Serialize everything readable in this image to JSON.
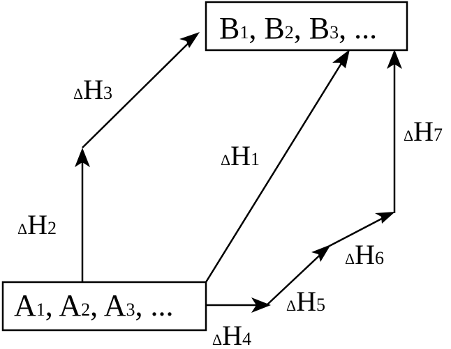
{
  "nodes": {
    "products": {
      "items": [
        {
          "letter": "B",
          "index": "1"
        },
        {
          "letter": "B",
          "index": "2"
        },
        {
          "letter": "B",
          "index": "3"
        }
      ],
      "ellipsis": "..."
    },
    "reactants": {
      "items": [
        {
          "letter": "A",
          "index": "1"
        },
        {
          "letter": "A",
          "index": "2"
        },
        {
          "letter": "A",
          "index": "3"
        }
      ],
      "ellipsis": "..."
    }
  },
  "separator": ", ",
  "enthalpy": {
    "symbol": "Δ",
    "letter": "H",
    "labels": {
      "h1": "1",
      "h2": "2",
      "h3": "3",
      "h4": "4",
      "h5": "5",
      "h6": "6",
      "h7": "7"
    }
  }
}
